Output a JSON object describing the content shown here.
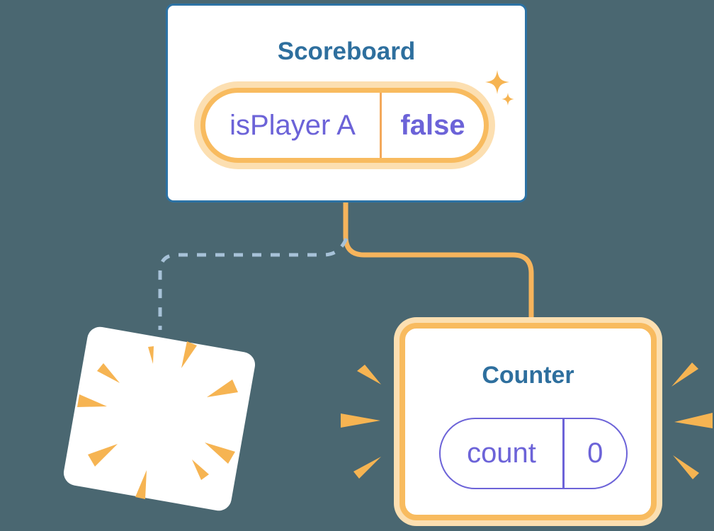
{
  "diagram": {
    "scoreboard_card": {
      "title": "Scoreboard",
      "state_pill": {
        "label": "isPlayer A",
        "value": "false"
      }
    },
    "counter_card": {
      "title": "Counter",
      "state_pill": {
        "label": "count",
        "value": "0"
      }
    },
    "icons": {
      "sparkles": "sparkle-stars-icon",
      "poof": "poof-burst-icon",
      "emphasis_left": "emphasis-burst-left-icon",
      "emphasis_right": "emphasis-burst-right-icon"
    },
    "colors": {
      "background": "#4a6771",
      "card_white": "#ffffff",
      "card_border_blue": "#2c72a4",
      "title_blue": "#2e6f9e",
      "state_purple": "#6c63d8",
      "highlight_orange": "#f8bb5f",
      "highlight_glow": "#fcdfb1",
      "connector_orange": "#f6b45c",
      "accent_orange": "#f6b452",
      "dashed_line_blue": "#a7c2d8"
    }
  }
}
